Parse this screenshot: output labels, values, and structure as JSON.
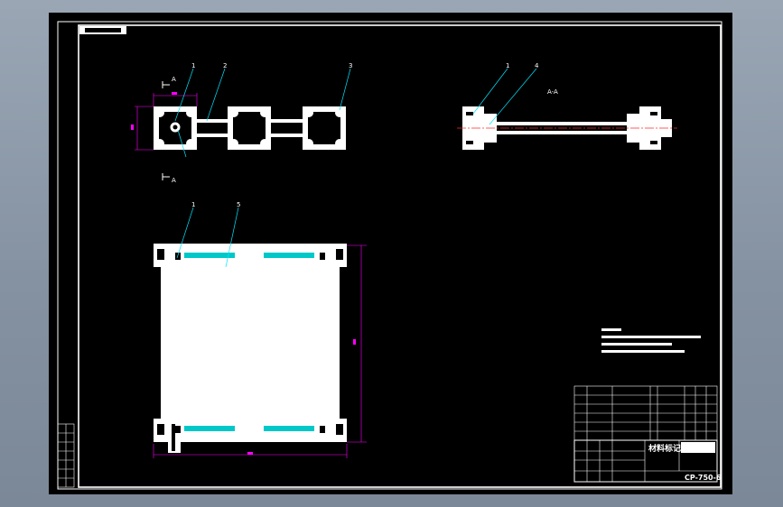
{
  "drawing": {
    "section_label": "A-A",
    "cut_marker_top": "A",
    "cut_marker_bottom": "A",
    "balloons": [
      "1",
      "2",
      "3",
      "1",
      "4",
      "1",
      "5"
    ],
    "title_block": {
      "name_label": "材料标记",
      "drawing_no": "CP-750-6"
    }
  },
  "colors": {
    "background": "#000000",
    "line": "#ffffff",
    "dimension": "#ff00ff",
    "leader": "#00e5ff",
    "centerline": "#ff2a2a",
    "hatch": "#00c8c8"
  }
}
